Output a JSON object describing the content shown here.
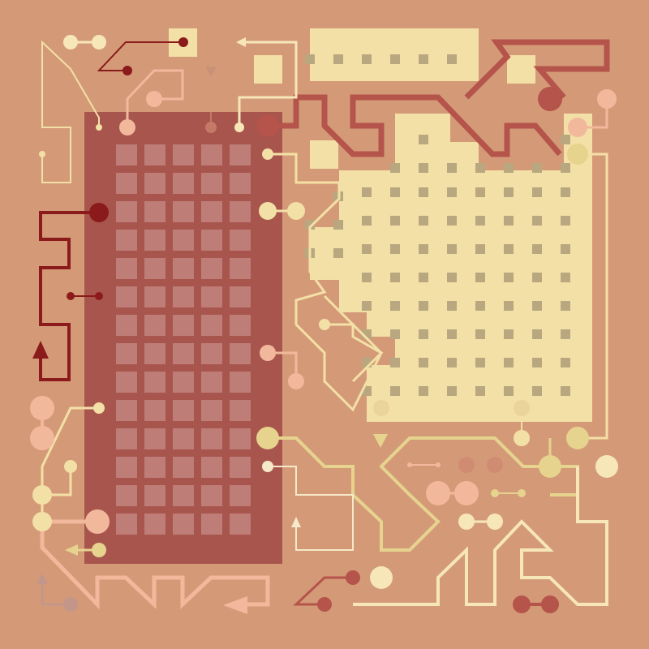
{
  "palette": {
    "background": "#D49A78",
    "dark_panel": "#A8554E",
    "panel_cell": "#BF7D78",
    "cream": "#F3E0A6",
    "cream_dot": "#B9A77F",
    "brick": "#B5544A",
    "maroon": "#8B1A1A",
    "peach": "#F2B89C",
    "light_cream": "#F6E6B8",
    "khaki": "#E6D38E",
    "pale": "#F5E9C9"
  },
  "grid": {
    "columns": 5,
    "rows": 14
  },
  "cream_dots": {
    "columns": 8,
    "rows": 8
  }
}
